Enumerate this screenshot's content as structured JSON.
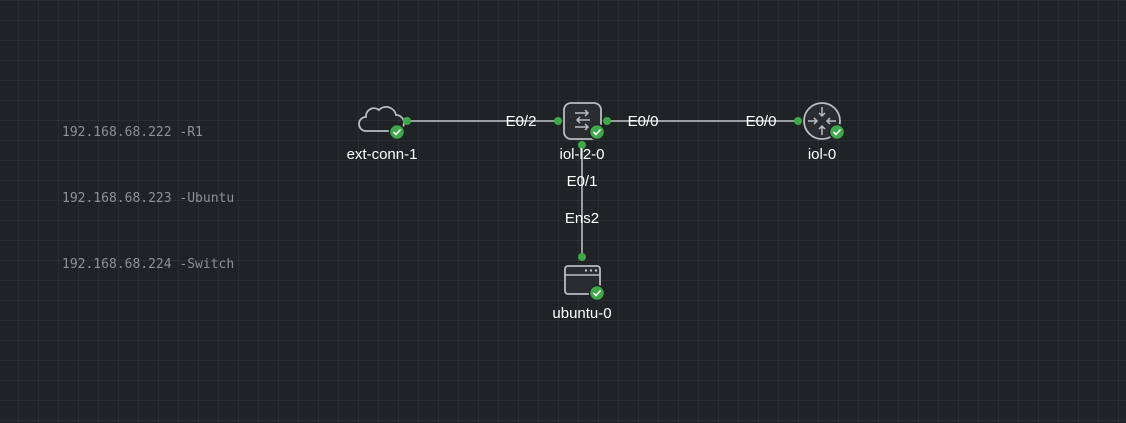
{
  "annotation": {
    "lines": [
      "192.168.68.222 -R1",
      "192.168.68.223 -Ubuntu",
      "192.168.68.224 -Switch"
    ]
  },
  "nodes": {
    "ext_conn": {
      "label": "ext-conn-1",
      "icon": "cloud-icon",
      "status": "started"
    },
    "switch": {
      "label": "iol-l2-0",
      "icon": "switch-icon",
      "status": "started"
    },
    "router": {
      "label": "iol-0",
      "icon": "router-icon",
      "status": "started"
    },
    "ubuntu": {
      "label": "ubuntu-0",
      "icon": "server-icon",
      "status": "started"
    }
  },
  "links": {
    "ext_to_switch": {
      "iface_b": "E0/2"
    },
    "switch_to_router": {
      "iface_a": "E0/0",
      "iface_b": "E0/0"
    },
    "switch_to_ubuntu": {
      "iface_a": "E0/1",
      "iface_b": "Ens2"
    }
  },
  "colors": {
    "background": "#202326",
    "link": "#9a9ea2",
    "port": "#3fa84a",
    "status_badge": "#3fa84a",
    "icon_stroke": "#b9bdc1",
    "label": "#ffffff"
  }
}
